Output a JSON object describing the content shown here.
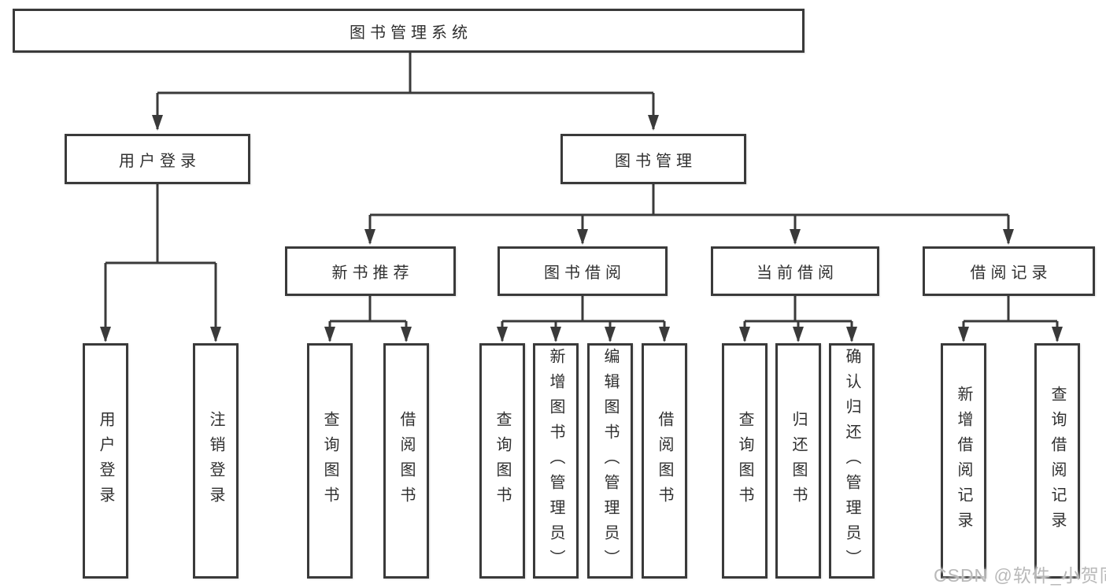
{
  "tree": {
    "label": "图书管理系统",
    "children": [
      {
        "label": "用户登录",
        "children": [
          {
            "label": "用户登录"
          },
          {
            "label": "注销登录"
          }
        ]
      },
      {
        "label": "图书管理",
        "children": [
          {
            "label": "新书推荐",
            "children": [
              {
                "label": "查询图书"
              },
              {
                "label": "借阅图书"
              }
            ]
          },
          {
            "label": "图书借阅",
            "children": [
              {
                "label": "查询图书"
              },
              {
                "label": "新增图书（管理员）"
              },
              {
                "label": "编辑图书（管理员）"
              },
              {
                "label": "借阅图书"
              }
            ]
          },
          {
            "label": "当前借阅",
            "children": [
              {
                "label": "查询图书"
              },
              {
                "label": "归还图书"
              },
              {
                "label": "确认归还（管理员）"
              }
            ]
          },
          {
            "label": "借阅记录",
            "children": [
              {
                "label": "新增借阅记录"
              },
              {
                "label": "查询借阅记录"
              }
            ]
          }
        ]
      }
    ]
  },
  "watermark": "CSDN @软件_小贺同学",
  "colors": {
    "line": "#3a3a3a",
    "box_border": "#3a3a3a",
    "box_fill": "#ffffff",
    "text": "#303030",
    "watermark": "#b9b9b9",
    "background": "#ffffff"
  }
}
